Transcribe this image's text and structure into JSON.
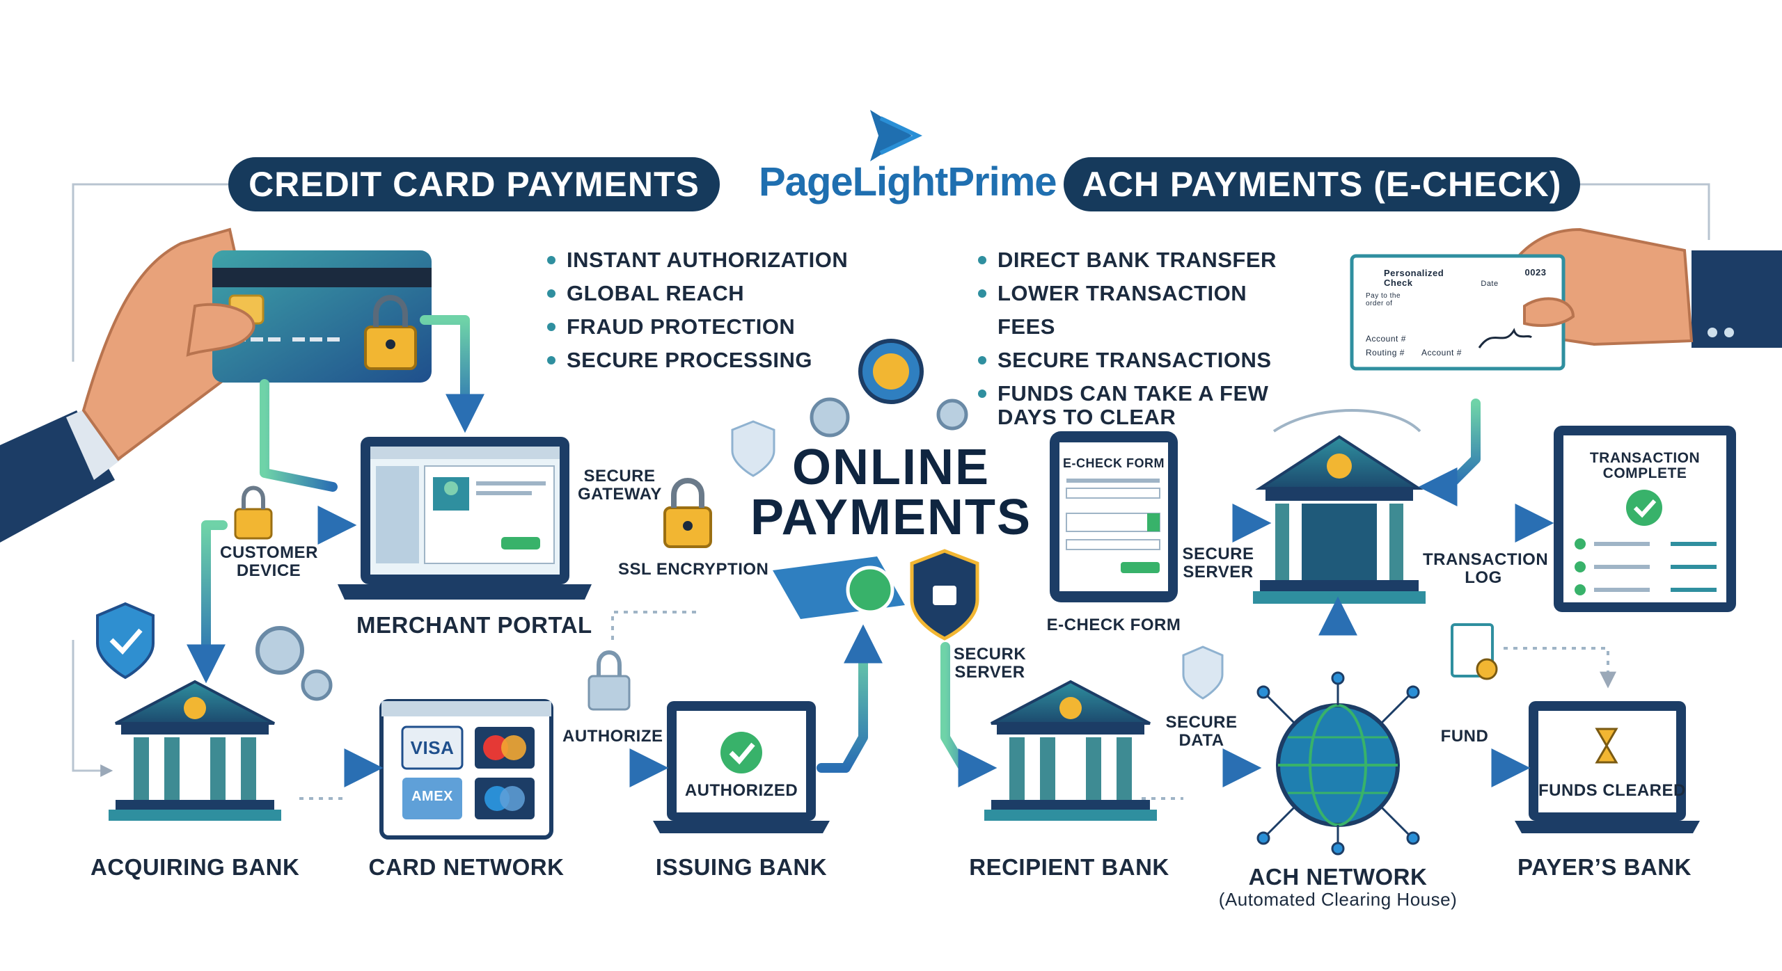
{
  "brand": {
    "name": "PageLightPrime"
  },
  "banners": {
    "credit": "CREDIT CARD PAYMENTS",
    "ach": "ACH PAYMENTS (E-CHECK)"
  },
  "center_title": {
    "line1": "ONLINE",
    "line2": "PAYMENTS"
  },
  "credit_features": [
    "INSTANT AUTHORIZATION",
    "GLOBAL REACH",
    "FRAUD PROTECTION",
    "SECURE PROCESSING"
  ],
  "ach_features": [
    "DIRECT BANK TRANSFER",
    "LOWER TRANSACTION FEES",
    "SECURE TRANSACTIONS",
    "FUNDS CAN TAKE A FEW DAYS TO CLEAR"
  ],
  "credit_flow": {
    "customer_device": "CUSTOMER DEVICE",
    "merchant_portal": "MERCHANT PORTAL",
    "secure_gateway": "SECURE GATEWAY",
    "ssl_encryption": "SSL ENCRYPTION",
    "acquiring_bank": "ACQUIRING BANK",
    "card_network": "CARD NETWORK",
    "authorize": "AUTHORIZE",
    "authorized": "AUTHORIZED",
    "issuing_bank": "ISSUING BANK",
    "card_brands": [
      "VISA",
      "AMEX"
    ]
  },
  "ach_flow": {
    "echeck_form_title": "E-CHECK FORM",
    "echeck_form": "E-CHECK FORM",
    "secure_server": "SECURE SERVER",
    "securk_server": "SECURK SERVER",
    "transaction_complete": "TRANSACTION COMPLETE",
    "transaction_log": "TRANSACTION LOG",
    "recipient_bank": "RECIPIENT BANK",
    "secure_data": "SECURE DATA",
    "ach_network": "ACH NETWORK",
    "ach_network_sub": "(Automated Clearing House)",
    "fund": "FUND",
    "funds_cleared": "FUNDS CLEARED",
    "payers_bank": "PAYER’S BANK"
  },
  "check": {
    "title": "Personalized Check",
    "number": "0023",
    "date": "Date",
    "pay_to": "Pay to the order of",
    "account": "Account #",
    "routing": "Routing #",
    "account2": "Account #"
  },
  "colors": {
    "navy": "#163a5c",
    "teal": "#2f8f9f",
    "green": "#38b26a",
    "blue": "#1f6fb0",
    "gold": "#f2b632"
  }
}
